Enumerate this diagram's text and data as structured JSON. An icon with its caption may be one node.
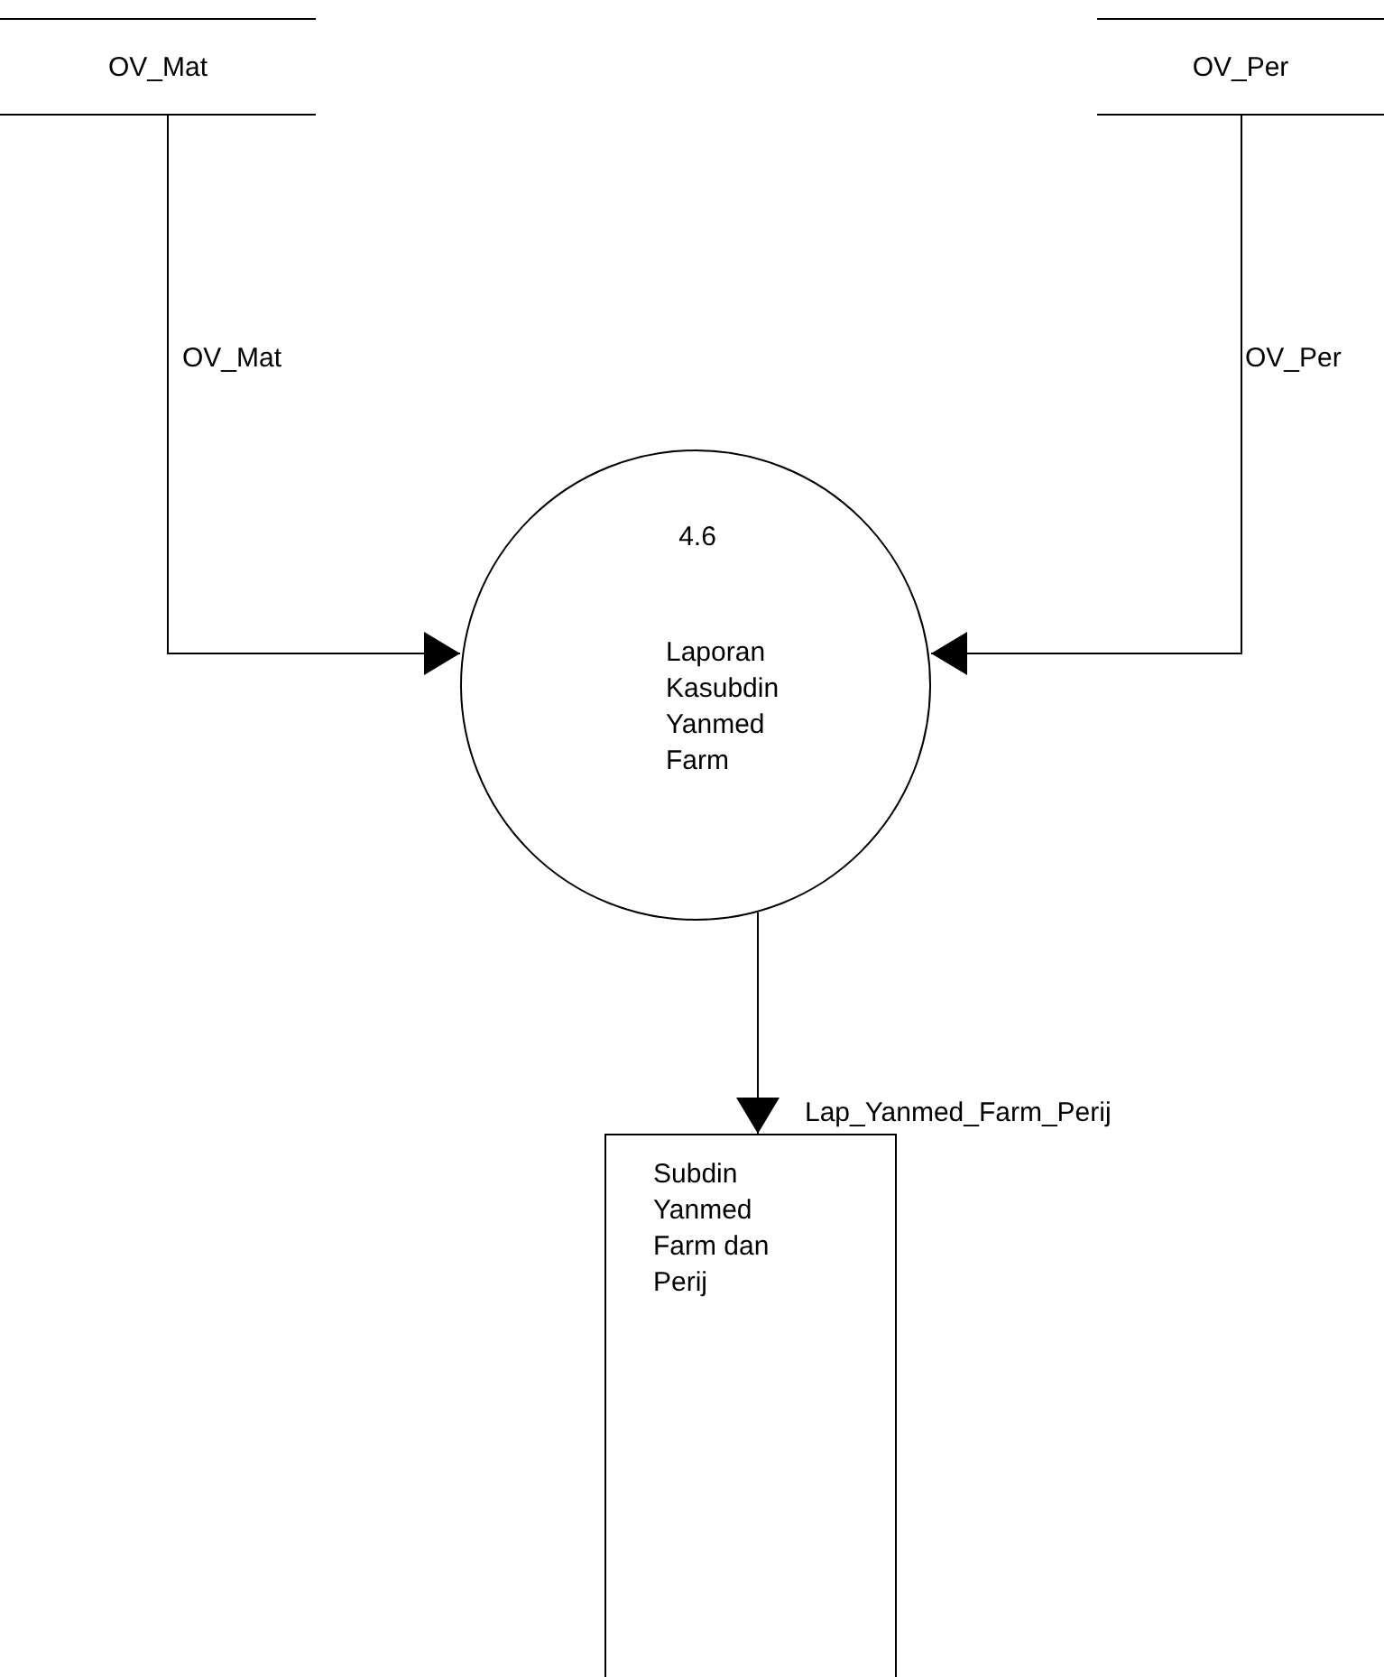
{
  "diagram": {
    "nodes": [
      {
        "text": [
          "OV_Mat"
        ]
      },
      {
        "text": [
          "OV_Per"
        ]
      },
      {
        "text": [
          "4.6",
          "Laporan Kasubdin Yanmed Farm"
        ]
      },
      {
        "text": [
          "Subdin Yanmed Farm dan Perij"
        ]
      }
    ],
    "edges": [
      {
        "from": 0,
        "to": 2,
        "arrow": "to",
        "label": "OV_Mat"
      },
      {
        "from": 1,
        "to": 2,
        "arrow": "to",
        "label": "OV_Per"
      },
      {
        "from": 2,
        "to": 3,
        "arrow": "to",
        "label": "Lap_Yanmed_Farm_Perij"
      }
    ]
  }
}
